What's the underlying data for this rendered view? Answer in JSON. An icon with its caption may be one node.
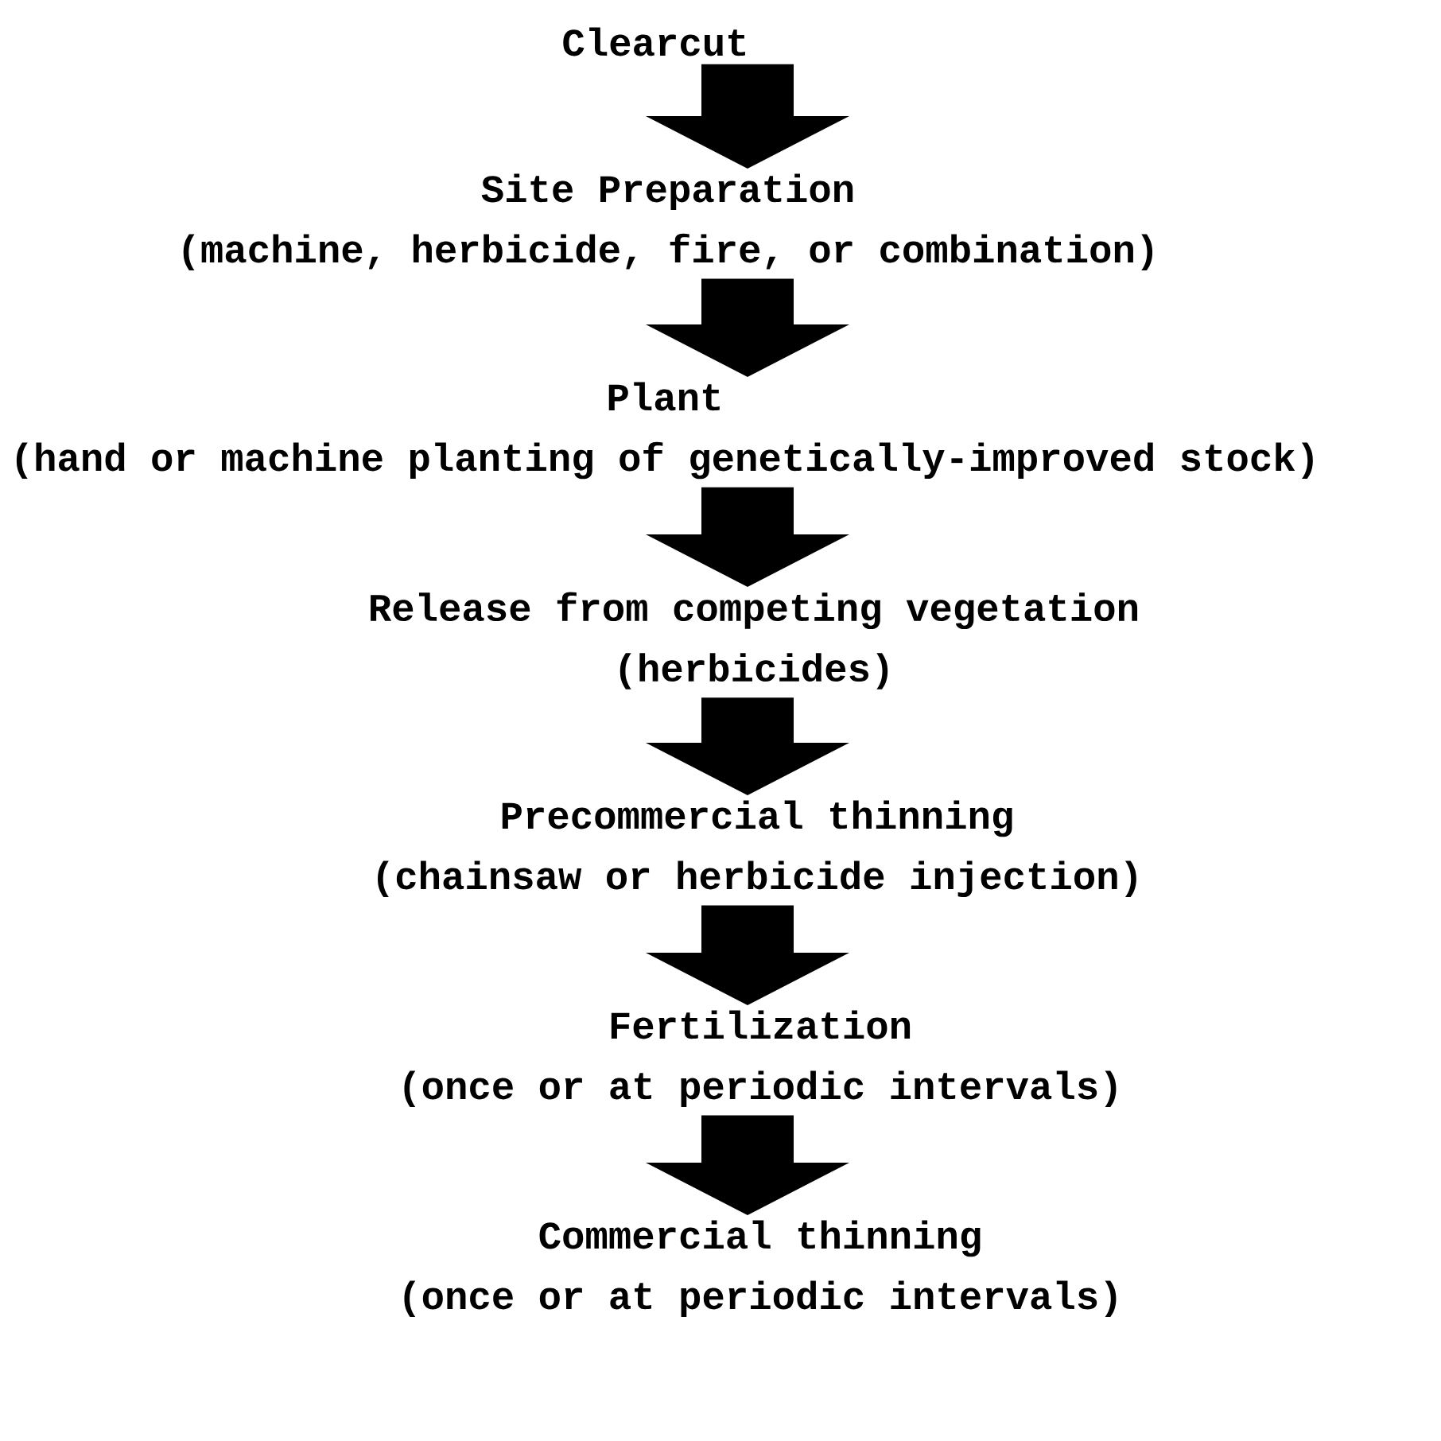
{
  "diagram": {
    "nodes": [
      {
        "text": [
          "Clearcut"
        ]
      },
      {
        "text": [
          "Site Preparation",
          "(machine, herbicide, fire, or combination)"
        ]
      },
      {
        "text": [
          "Plant",
          "(hand or machine planting of genetically-improved stock)"
        ]
      },
      {
        "text": [
          "Release from competing vegetation",
          "(herbicides)"
        ]
      },
      {
        "text": [
          "Precommercial thinning",
          "(chainsaw or herbicide injection)"
        ]
      },
      {
        "text": [
          "Fertilization",
          "(once or at periodic intervals)"
        ]
      },
      {
        "text": [
          "Commercial thinning",
          "(once or at periodic intervals)"
        ]
      }
    ],
    "edges": [
      {
        "from": 0,
        "to": 1,
        "arrow": "to"
      },
      {
        "from": 1,
        "to": 2,
        "arrow": "to"
      },
      {
        "from": 2,
        "to": 3,
        "arrow": "to"
      },
      {
        "from": 3,
        "to": 4,
        "arrow": "to"
      },
      {
        "from": 4,
        "to": 5,
        "arrow": "to"
      },
      {
        "from": 5,
        "to": 6,
        "arrow": "to"
      }
    ]
  }
}
